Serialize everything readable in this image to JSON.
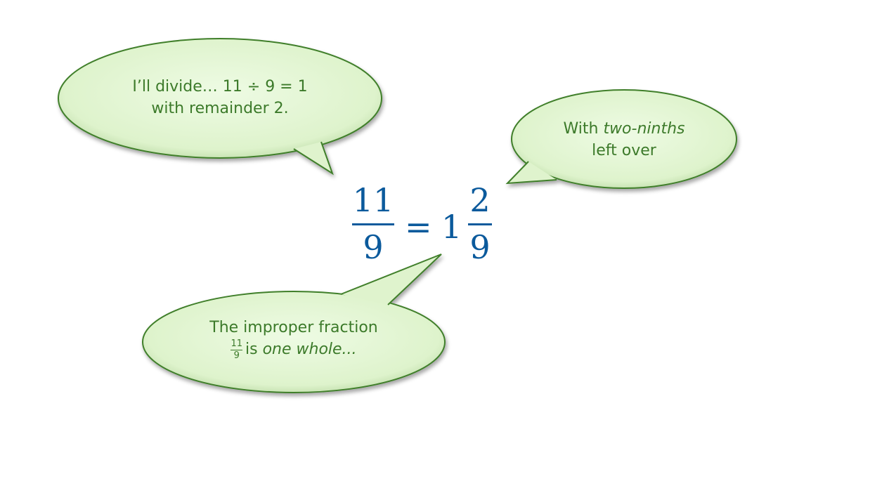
{
  "colors": {
    "bubble_fill": "#e3f6d4",
    "bubble_stroke": "#3f7f2a",
    "text_green": "#3c7a2a",
    "math_blue": "#0b5a9c"
  },
  "bubble_divide": {
    "line1": "I’ll divide… 11 ÷ 9 = 1",
    "line2": "with remainder 2."
  },
  "bubble_remainder": {
    "prefix": "With",
    "italic": "two-ninths",
    "line2": "left over"
  },
  "bubble_improper": {
    "line1": "The improper fraction",
    "frac_num": "11",
    "frac_den": "9",
    "mid": "is",
    "italic": "one whole..."
  },
  "equation": {
    "lhs_num": "11",
    "lhs_den": "9",
    "equals": "=",
    "whole": "1",
    "rhs_num": "2",
    "rhs_den": "9"
  }
}
